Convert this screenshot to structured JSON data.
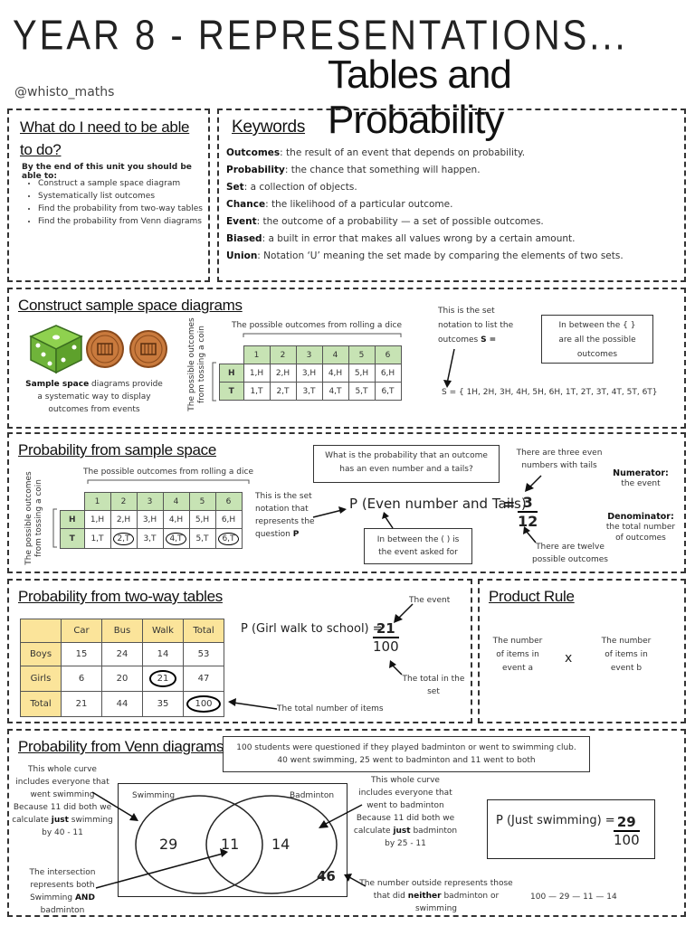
{
  "header": {
    "title": "YEAR 8 - REPRESENTATIONS...",
    "subtitle": "Tables and Probability",
    "handle": "@whisto_maths"
  },
  "todo": {
    "heading": "What do I need to be able to do?",
    "intro": "By the end of this unit you should be able to:",
    "items": [
      "Construct a sample space diagram",
      "Systematically list outcomes",
      "Find the probability from two-way tables",
      "Find the probability from Venn diagrams"
    ]
  },
  "keywords": {
    "heading": "Keywords",
    "items": [
      {
        "term": "Outcomes",
        "def": ": the result of an event that depends on probability."
      },
      {
        "term": "Probability",
        "def": ": the chance that something will happen."
      },
      {
        "term": "Set",
        "def": ": a collection of objects."
      },
      {
        "term": "Chance",
        "def": ": the likelihood of a particular outcome."
      },
      {
        "term": "Event",
        "def": ": the outcome of a probability — a set of possible outcomes."
      },
      {
        "term": "Biased",
        "def": ": a built in error that makes all values wrong by a certain amount."
      },
      {
        "term": "Union",
        "def": ": Notation ‘U’ meaning the set made by comparing the elements of two sets."
      }
    ]
  },
  "sample_space": {
    "heading": "Construct sample space diagrams",
    "caption": "The possible outcomes from rolling a dice",
    "side_label_1": "The possible outcomes",
    "side_label_2": "from tossing a coin",
    "desc_bold": "Sample space",
    "desc_rest": " diagrams provide a systematic way to display outcomes from events",
    "cols": [
      "1",
      "2",
      "3",
      "4",
      "5",
      "6"
    ],
    "rows": [
      {
        "label": "H",
        "cells": [
          "1,H",
          "2,H",
          "3,H",
          "4,H",
          "5,H",
          "6,H"
        ]
      },
      {
        "label": "T",
        "cells": [
          "1,T",
          "2,T",
          "3,T",
          "4,T",
          "5,T",
          "6,T"
        ]
      }
    ],
    "set_note": "This is the set notation to list the outcomes",
    "set_symbol": "S =",
    "braces_note": "In between the { } are all the possible outcomes",
    "set_listing": "S = { 1H, 2H, 3H, 4H, 5H, 6H, 1T, 2T, 3T, 4T, 5T, 6T}"
  },
  "prob_sample": {
    "heading": "Probability from sample space",
    "caption": "The possible outcomes from rolling a dice",
    "side_label_1": "The possible outcomes",
    "side_label_2": "from tossing a coin",
    "cols": [
      "1",
      "2",
      "3",
      "4",
      "5",
      "6"
    ],
    "rows": [
      {
        "label": "H",
        "cells": [
          "1,H",
          "2,H",
          "3,H",
          "4,H",
          "5,H",
          "6,H"
        ]
      },
      {
        "label": "T",
        "cells": [
          "1,T",
          "2,T",
          "3,T",
          "4,T",
          "5,T",
          "6,T"
        ]
      }
    ],
    "question": "What is the probability that an outcome has an even number and a tails?",
    "set_note": "This is the set notation that represents the question",
    "p_symbol": "P",
    "expression": "P (Even number and Tails)",
    "equals": "=",
    "numerator": "3",
    "denominator": "12",
    "brackets_note": "In between the ( ) is the event asked for",
    "three_note": "There are three even numbers with tails",
    "twelve_note": "There are twelve possible outcomes",
    "num_label": "Numerator:",
    "num_desc": "the event",
    "den_label": "Denominator:",
    "den_desc": "the total number of outcomes"
  },
  "two_way": {
    "heading": "Probability from two-way tables",
    "headers": [
      "",
      "Car",
      "Bus",
      "Walk",
      "Total"
    ],
    "rows": [
      {
        "label": "Boys",
        "cells": [
          "15",
          "24",
          "14",
          "53"
        ]
      },
      {
        "label": "Girls",
        "cells": [
          "6",
          "20",
          "21",
          "47"
        ]
      },
      {
        "label": "Total",
        "cells": [
          "21",
          "44",
          "35",
          "100"
        ]
      }
    ],
    "expression": "P (Girl walk to school) =",
    "numerator": "21",
    "denominator": "100",
    "event_note": "The event",
    "total_note": "The total in the set",
    "items_note": "The total number of items"
  },
  "product_rule": {
    "heading": "Product Rule",
    "left": "The number of items in event a",
    "times": "x",
    "right": "The number of items in event b"
  },
  "venn": {
    "heading": "Probability from Venn diagrams",
    "question": "100 students were questioned if they played badminton or went to swimming club. 40 went swimming, 25 went to badminton and 11 went to both",
    "left_label": "Swimming",
    "right_label": "Badminton",
    "left_only": "29",
    "both": "11",
    "right_only": "14",
    "outside": "46",
    "swim_note": "This whole curve includes everyone that went swimming",
    "swim_calc_1": "Because 11 did both we calculate ",
    "swim_calc_bold": "just",
    "swim_calc_2": " swimming by 40 - 11",
    "bad_note": "This whole curve includes everyone that went to badminton",
    "bad_calc_1": "Because 11 did both we calculate ",
    "bad_calc_bold": "just",
    "bad_calc_2": " badminton by 25 - 11",
    "inter_note_1": "The intersection represents both Swimming ",
    "inter_note_bold": "AND",
    "inter_note_2": " badminton",
    "outside_note_1": "The number outside represents those that did ",
    "outside_note_bold": "neither",
    "outside_note_2": " badminton or swimming",
    "outside_calc": "100 — 29 — 11 — 14",
    "expression": "P (Just swimming) =",
    "numerator": "29",
    "denominator": "100"
  }
}
